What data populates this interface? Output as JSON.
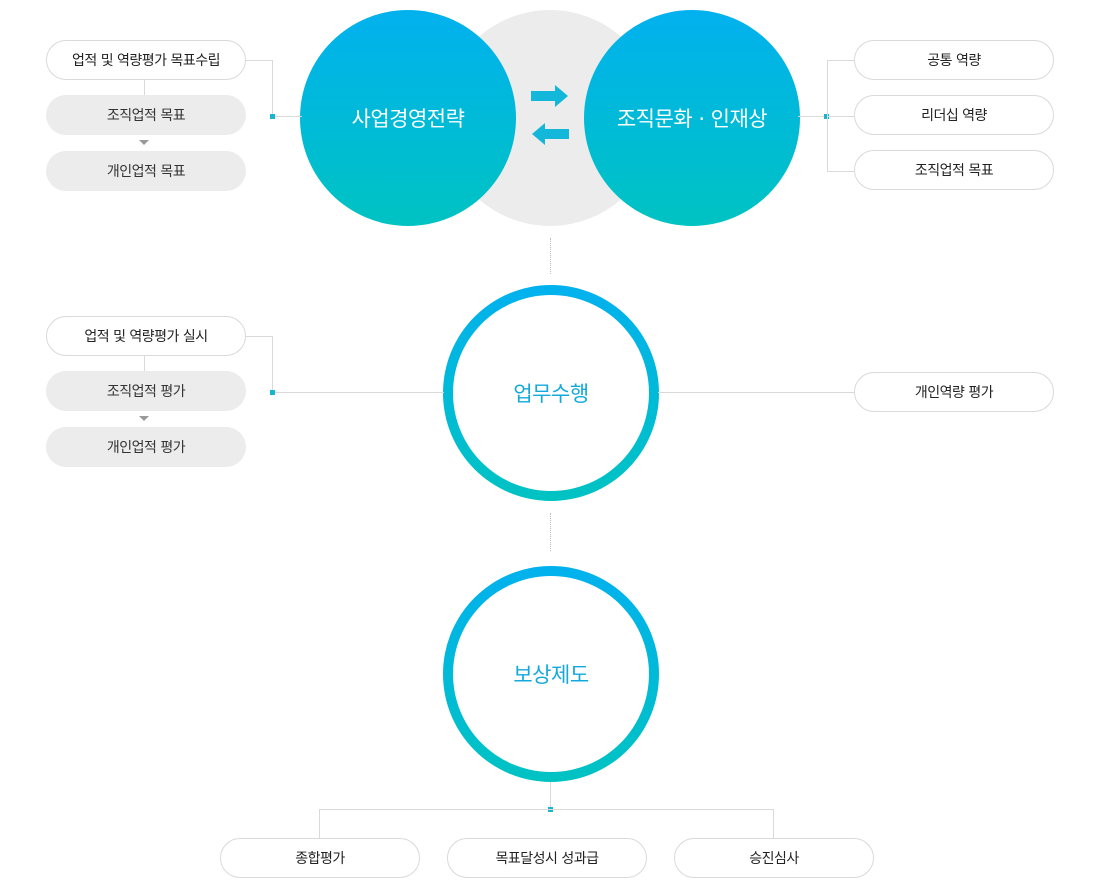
{
  "top": {
    "left_circle": "사업경영전략",
    "right_circle": "조직문화 · 인재상",
    "left_list": [
      "업적 및 역량평가 목표수립",
      "조직업적 목표",
      "개인업적 목표"
    ],
    "right_list": [
      "공통 역량",
      "리더십 역량",
      "조직업적 목표"
    ]
  },
  "middle": {
    "circle": "업무수행",
    "left_list": [
      "업적 및 역량평가 실시",
      "조직업적 평가",
      "개인업적 평가"
    ],
    "right_item": "개인역량 평가"
  },
  "bottom": {
    "circle": "보상제도",
    "items": [
      "종합평가",
      "목표달성시 성과급",
      "승진심사"
    ]
  },
  "colors": {
    "gradient_top": "#01b1ee",
    "gradient_bottom": "#00c3c2",
    "accent_text": "#14a9dc",
    "pill_fill": "#ececec",
    "line": "#d9d9d9"
  },
  "icons": {
    "exchange": [
      "arrow-right-icon",
      "arrow-left-icon"
    ],
    "step": "triangle-down-icon"
  }
}
